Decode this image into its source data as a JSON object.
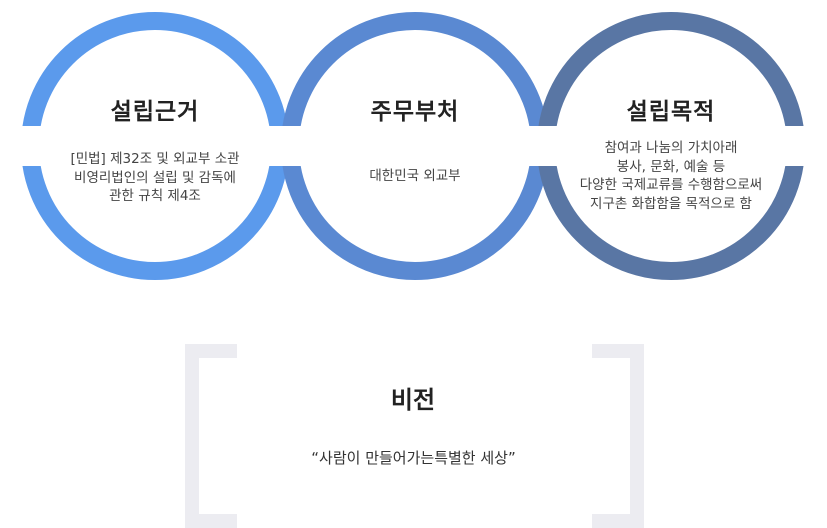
{
  "circles": [
    {
      "title": "설립근거",
      "lines": [
        "[민법] 제32조 및 외교부 소관",
        "비영리법인의 설립 및 감독에",
        "관한 규칙 제4조"
      ],
      "color": "#5b9aec"
    },
    {
      "title": "주무부처",
      "lines": [
        "대한민국 외교부"
      ],
      "color": "#5a89d2"
    },
    {
      "title": "설립목적",
      "lines": [
        "참여과 나눔의 가치아래",
        "봉사, 문화, 예술 등",
        "다양한 국제교류를 수행함으로써",
        "지구촌 화합함을 목적으로 함"
      ],
      "color": "#5976a4"
    }
  ],
  "overlap_color": "#1e63d8",
  "vision": {
    "title": "비전",
    "quote": "“사람이 만들어가는특별한 세상”",
    "bracket_color": "#ececf1"
  }
}
